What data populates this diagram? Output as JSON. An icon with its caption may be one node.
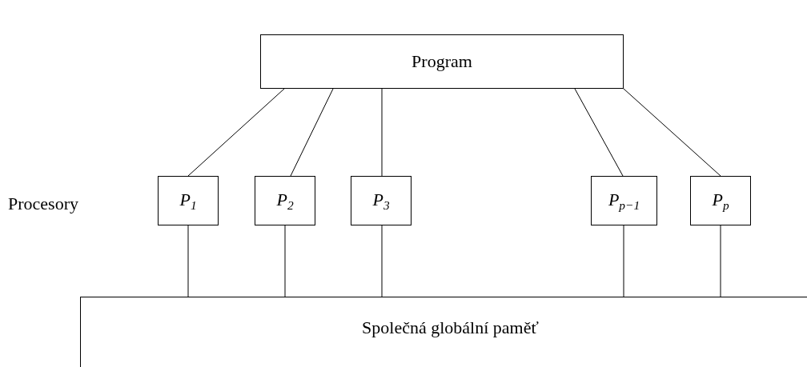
{
  "diagram": {
    "nodes": [
      {
        "text": [
          "Program"
        ]
      },
      {
        "text": [
          "P$_{1}$"
        ]
      },
      {
        "text": [
          "P$_{2}$"
        ]
      },
      {
        "text": [
          "P$_{3}$"
        ]
      },
      {
        "text": [
          "P$_{p−1}$"
        ]
      },
      {
        "text": [
          "P$_{p}$"
        ]
      },
      {
        "text": [
          "Společná globální paměť"
        ]
      }
    ],
    "edges": [
      {
        "from": 0,
        "to": 1,
        "arrow": "none"
      },
      {
        "from": 0,
        "to": 2,
        "arrow": "none"
      },
      {
        "from": 0,
        "to": 3,
        "arrow": "none"
      },
      {
        "from": 0,
        "to": 4,
        "arrow": "none"
      },
      {
        "from": 0,
        "to": 5,
        "arrow": "none"
      },
      {
        "from": 1,
        "to": 6,
        "arrow": "none"
      },
      {
        "from": 2,
        "to": 6,
        "arrow": "none"
      },
      {
        "from": 3,
        "to": 6,
        "arrow": "none"
      },
      {
        "from": 4,
        "to": 6,
        "arrow": "none"
      },
      {
        "from": 5,
        "to": 6,
        "arrow": "none"
      }
    ],
    "labels": [
      "Procesory"
    ]
  }
}
